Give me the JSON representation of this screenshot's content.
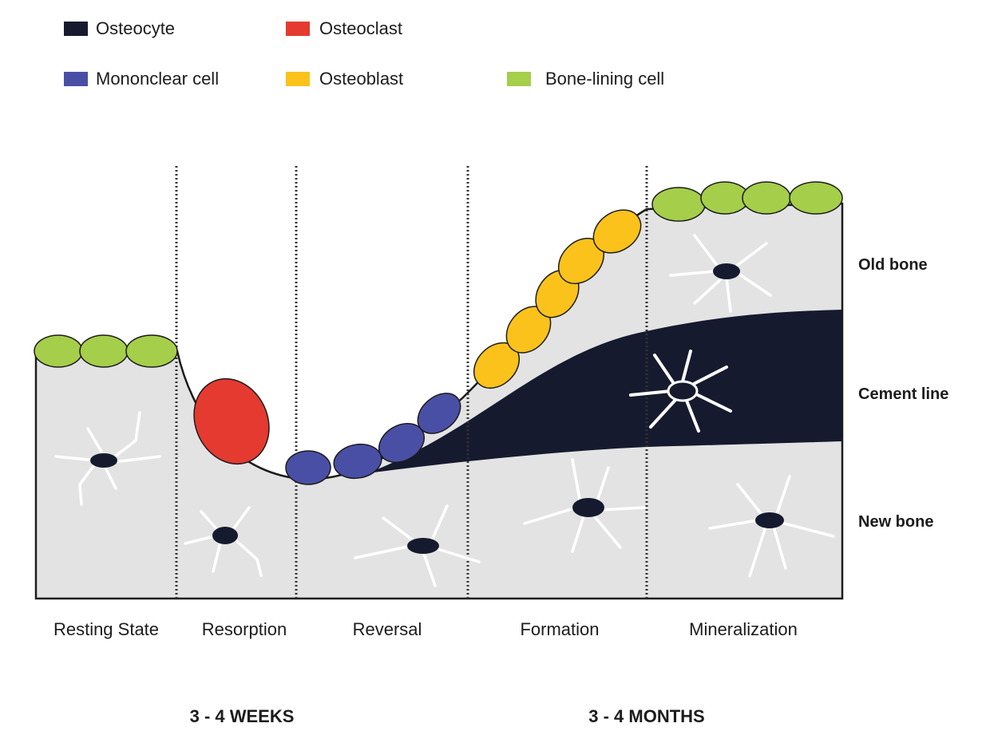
{
  "legend": [
    {
      "label": "Osteocyte",
      "color": "#161a2e"
    },
    {
      "label": "Osteoclast",
      "color": "#e53a2f"
    },
    {
      "label": "Mononclear cell",
      "color": "#4a4fa6"
    },
    {
      "label": "Osteoblast",
      "color": "#fbc21c"
    },
    {
      "label": "Bone-lining cell",
      "color": "#a5ce4a"
    }
  ],
  "phases": [
    "Resting State",
    "Resorption",
    "Reversal",
    "Formation",
    "Mineralization"
  ],
  "layers": [
    "Old bone",
    "Cement line",
    "New bone"
  ],
  "durations": [
    "3 - 4 WEEKS",
    "3 - 4 MONTHS"
  ],
  "colors": {
    "bone": "#e3e3e3",
    "cement": "#161a2e",
    "outline": "#1c1c1c"
  }
}
